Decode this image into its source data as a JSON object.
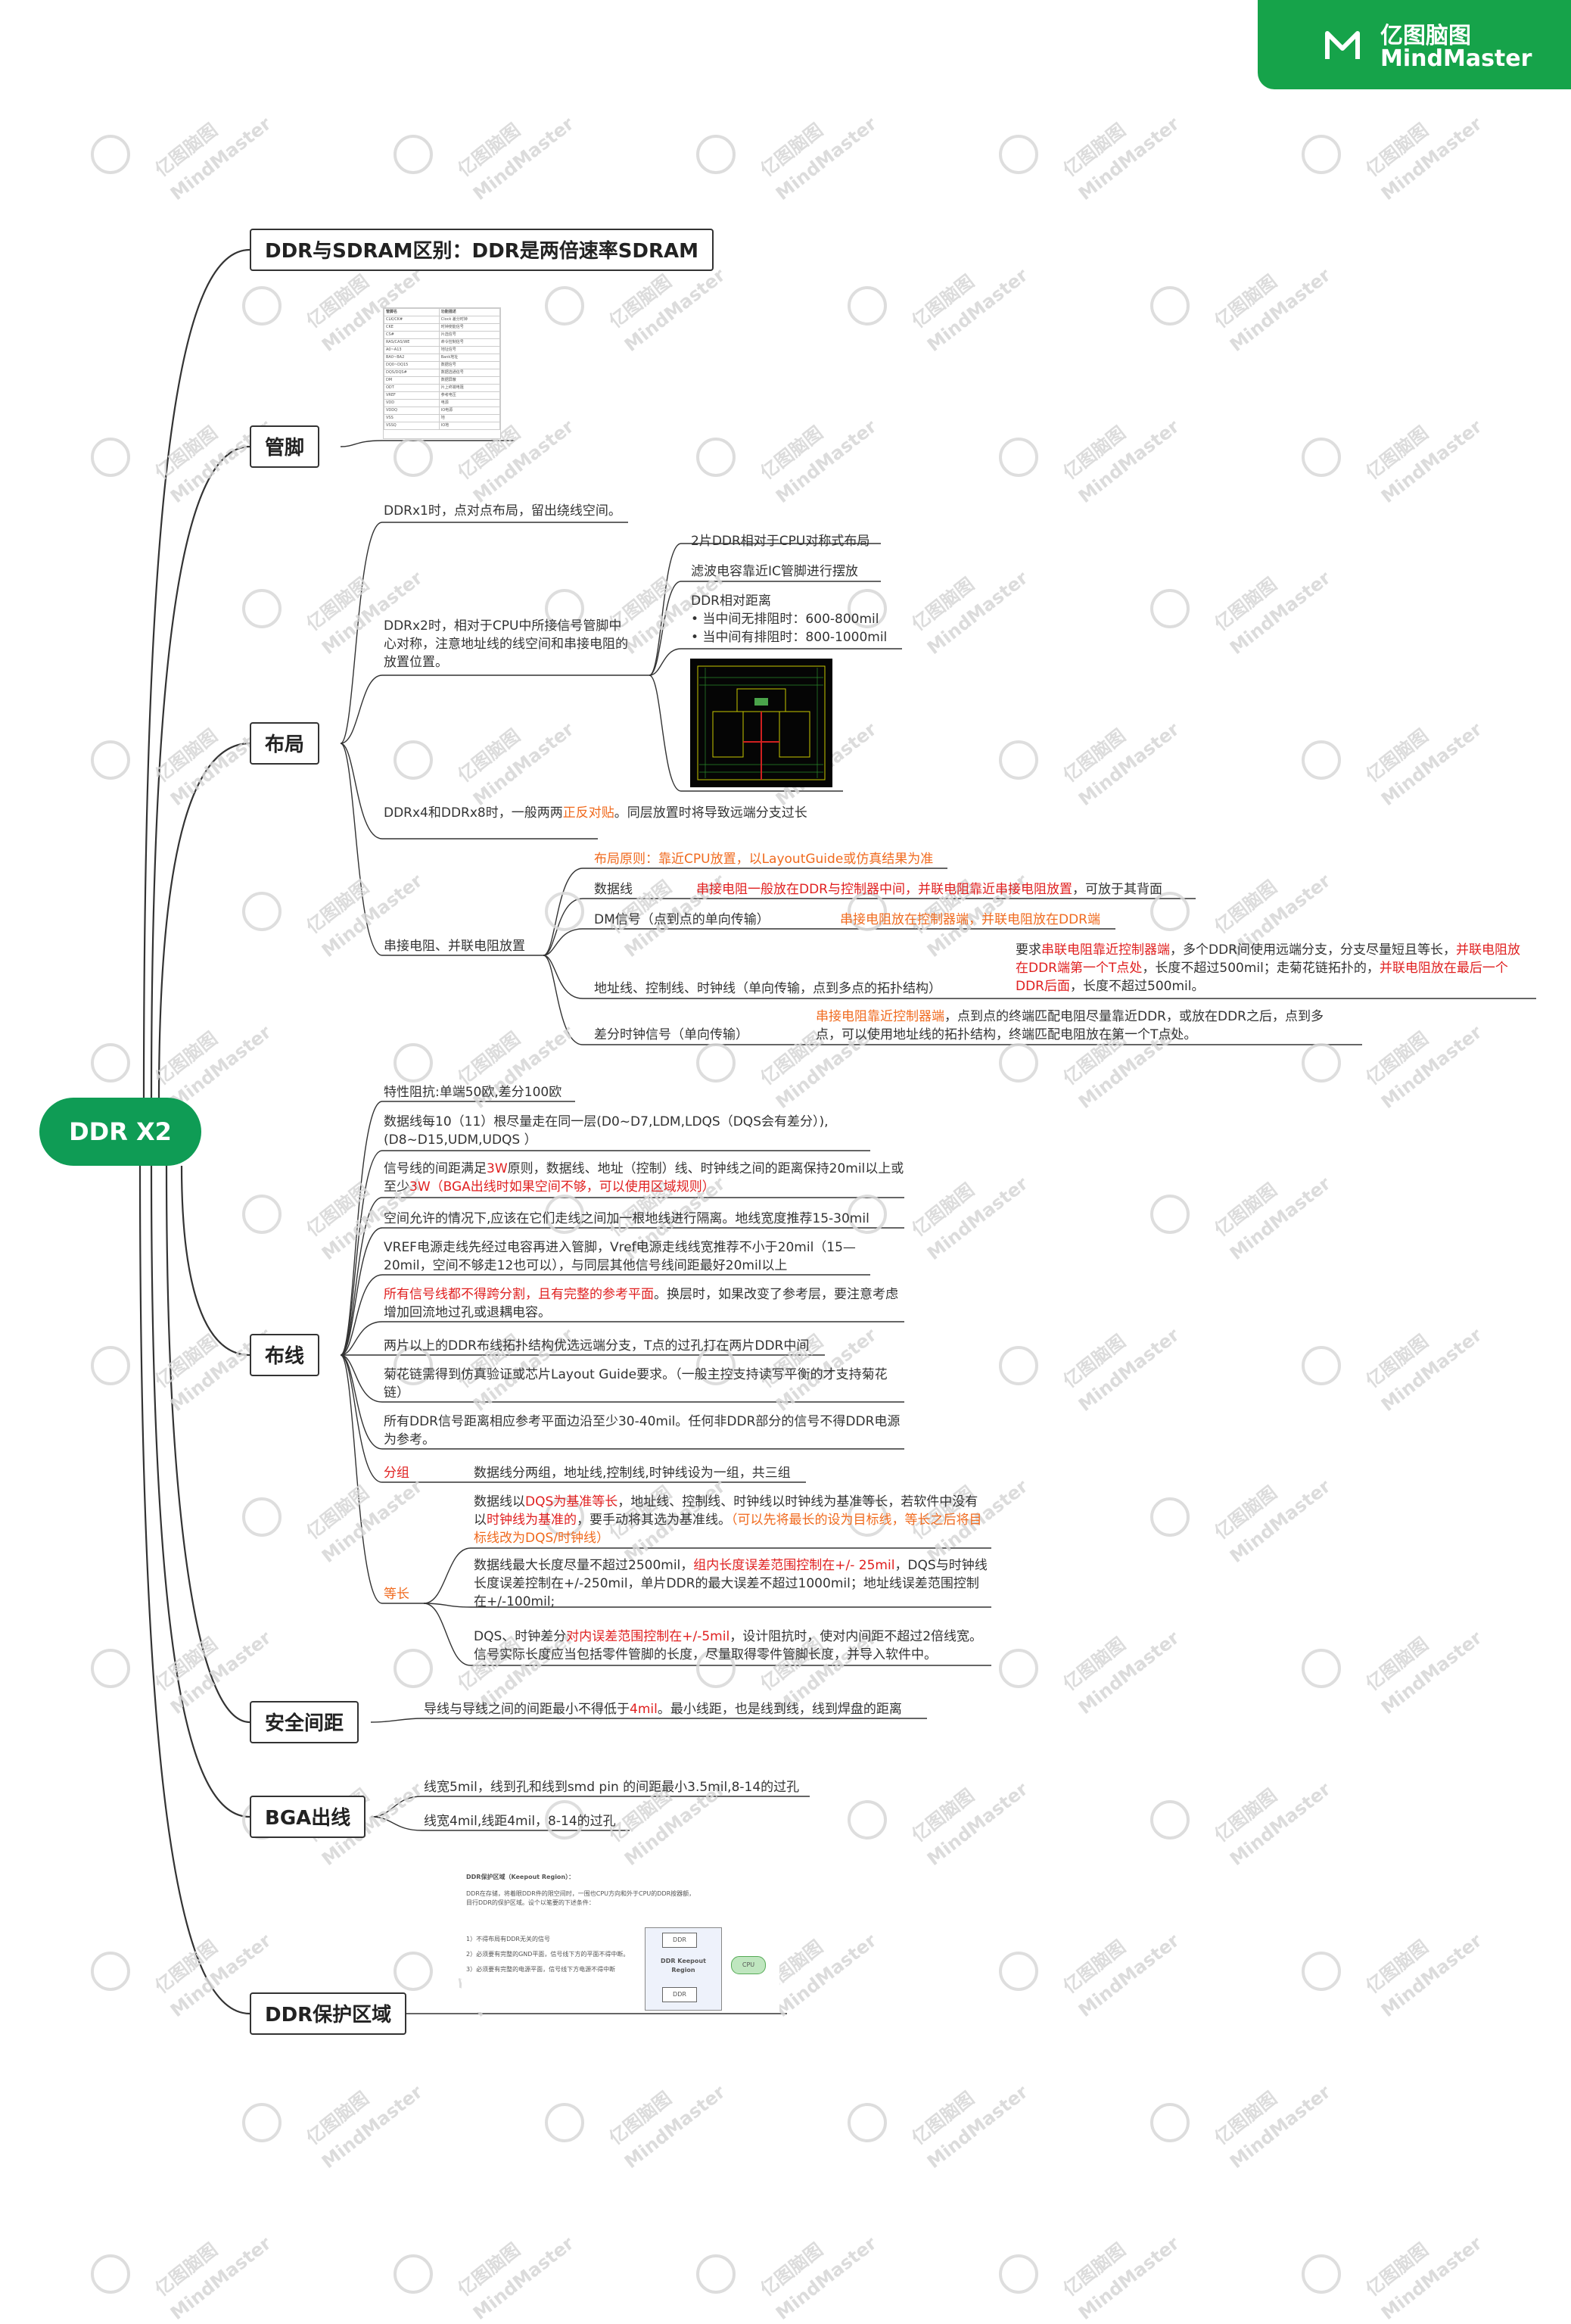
{
  "brand": {
    "name_cn": "亿图脑图",
    "name_en": "MindMaster",
    "logo_icon": "mindmaster-logo-icon",
    "color": "#16a34a"
  },
  "watermark": {
    "cn": "亿图脑图",
    "en": "MindMaster"
  },
  "root": {
    "label": "DDR X2",
    "color": "#0f9c55"
  },
  "topics": {
    "ddr_vs_sdram": "DDR与SDRAM区别：DDR是两倍速率SDRAM",
    "pins": "管脚",
    "layout": "布局",
    "routing": "布线",
    "clearance": "安全间距",
    "bga": "BGA出线",
    "protect": "DDR保护区域"
  },
  "layout": {
    "ddrx1": "DDRx1时，点对点布局，留出绕线空间。",
    "ddrx2": "DDRx2时，相对于CPU中所接信号管脚中心对称，注意地址线的线空间和串接电阻的放置位置。",
    "ddrx2_children": {
      "sym": "2片DDR相对于CPU对称式布局",
      "cap": "滤波电容靠近IC管脚进行摆放",
      "dist_title": "DDR相对距离",
      "dist_1": "• 当中间无排阻时：600-800mil",
      "dist_2": "• 当中间有排阻时：800-1000mil"
    },
    "ddrx4_a": "DDRx4和DDRx8时，一般两两",
    "ddrx4_b": "正反对贴",
    "ddrx4_c": "。同层放置时将导致远端分支过长",
    "res": "串接电阻、并联电阻放置",
    "res_children": {
      "principle": "布局原则：靠近CPU放置，以LayoutGuide或仿真结果为准",
      "data_label": "数据线",
      "data_red": "串接电阻一般放在DDR与控制器中间，并联电阻靠近串接电阻放置",
      "data_tail": "，可放于其背面",
      "dm_label": "DM信号（点到点的单向传输）",
      "dm_org": "串接电阻放在控制器端，并联电阻放在DDR端",
      "addr_label": "地址线、控制线、时钟线（单向传输，点到多点的拓扑结构）",
      "addr_t1": "要求",
      "addr_t2": "串联电阻靠近控制器端",
      "addr_t3": "，多个DDR间使用远端分支，分支尽量短且等长，",
      "addr_t4": "并联电阻放在DDR端第一个T点处",
      "addr_t5": "，长度不超过500mil；走菊花链拓扑的，",
      "addr_t6": "并联电阻放在最后一个DDR后面",
      "addr_t7": "，长度不超过500mil。",
      "diff_label": "差分时钟信号（单向传输）",
      "diff_t1": "串接电阻靠近控制器端",
      "diff_t2": "，点到点的终端匹配电阻尽量靠近DDR，或放在DDR之后，点到多点，可以使用地址线的拓扑结构，终端匹配电阻放在第一个T点处。"
    }
  },
  "routing": {
    "impedance": "特性阻抗:单端50欧,差分100欧",
    "data_lines": "数据线每10（11）根尽量走在同一层(D0~D7,LDM,LDQS（DQS会有差分）),(D8~D15,UDM,UDQS ）",
    "spacing_a": "信号线的间距满足",
    "spacing_b": "3W",
    "spacing_c": "原则，数据线、地址（控制）线、时钟线之间的距离保持20mil以上或至少",
    "spacing_d": "3W",
    "spacing_e": "（BGA出线时如果空间不够，可以使用区域规则）",
    "gnd": "空间允许的情况下,应该在它们走线之间加一根地线进行隔离。地线宽度推荐15-30mil",
    "vref": "VREF电源走线先经过电容再进入管脚，Vref电源走线线宽推荐不小于20mil（15—20mil，空间不够走12也可以），与同层其他信号线间距最好20mil以上",
    "ref_a": "所有信号线都不得跨分割，且有完整的参考平面",
    "ref_b": "。换层时，如果改变了参考层，要注意考虑增加回流地过孔或退耦电容。",
    "topo": "两片以上的DDR布线拓扑结构优选远端分支，T点的过孔打在两片DDR中间",
    "daisy": "菊花链需得到仿真验证或芯片Layout Guide要求。（一般主控支持读写平衡的才支持菊花链）",
    "ref_dist": "所有DDR信号距离相应参考平面边沿至少30-40mil。任何非DDR部分的信号不得DDR电源为参考。",
    "group_label": "分组",
    "group_text": "数据线分两组，地址线,控制线,时钟线设为一组，共三组",
    "eq_label": "等长",
    "eq1_a": "数据线以",
    "eq1_b": "DQS为基准等长",
    "eq1_c": "，地址线、控制线、时钟线以时钟线为基准等长，若软件中没有以",
    "eq1_d": "时钟线为基准的",
    "eq1_e": "，要手动将其选为基准线。",
    "eq1_f": "（可以先将最长的设为目标线，等长之后将目标线改为DQS/时钟线）",
    "eq2_a": "数据线最大长度尽量不超过2500mil，",
    "eq2_b": "组内长度误差范围控制在+/- 25mil",
    "eq2_c": "，DQS与时钟线长度误差控制在+/-250mil，单片DDR的最大误差不超过1000mil；地址线误差范围控制在+/-100mil;",
    "eq3_a": " DQS、时钟差分",
    "eq3_b": "对内误差范围控制在+/-5mil",
    "eq3_c": "，设计阻抗时，使对内间距不超过2倍线宽。信号实际长度应当包括零件管脚的长度，尽量取得零件管脚长度，并导入软件中。"
  },
  "clearance": {
    "a": "导线与导线之间的间距最小不得低于",
    "b": "4mil",
    "c": "。最小线距，也是线到线，线到焊盘的距离"
  },
  "bga": {
    "l1": "线宽5mil，线到孔和线到smd pin 的间距最小3.5mil,8-14的过孔",
    "l2": "线宽4mil,线距4mil，8-14的过孔"
  },
  "protect_img": {
    "title": "DDR保护区域（Keepout Region）：",
    "desc1": "DDR在存储，将着眼DDR件的限空间时，一围也CPU方向和外于CPU的DDR按器额，",
    "desc2": "目行DDR的保护区域。设个以笔要的下述条件：",
    "c1": "1）不得布局有DDR无关的信号",
    "c2": "2）必须要有完整的GND平面，信号线下方的平面不得中断。",
    "c3": "3）必须要有完整的电源平面，信号线下方电源不得中断",
    "box_ddr": "DDR",
    "box_region_1": "DDR Keepout",
    "box_region_2": "Region",
    "box_cpu": "CPU"
  },
  "pin_table": {
    "rows": [
      [
        "管脚名",
        "功能描述"
      ],
      [
        "CLK/CK#",
        "Clock 差分时钟"
      ],
      [
        "CKE",
        "时钟使能信号"
      ],
      [
        "CS#",
        "片选信号"
      ],
      [
        "RAS/CAS/WE",
        "命令控制信号"
      ],
      [
        "A0~A13",
        "地址信号"
      ],
      [
        "BA0~BA2",
        "Bank地址"
      ],
      [
        "DQ0~DQ15",
        "数据信号"
      ],
      [
        "DQS/DQS#",
        "数据选通信号"
      ],
      [
        "DM",
        "数据屏蔽"
      ],
      [
        "ODT",
        "片上终端电阻"
      ],
      [
        "VREF",
        "参考电压"
      ],
      [
        "VDD",
        "电源"
      ],
      [
        "VDDQ",
        "IO电源"
      ],
      [
        "VSS",
        "地"
      ],
      [
        "VSSQ",
        "IO地"
      ]
    ]
  }
}
